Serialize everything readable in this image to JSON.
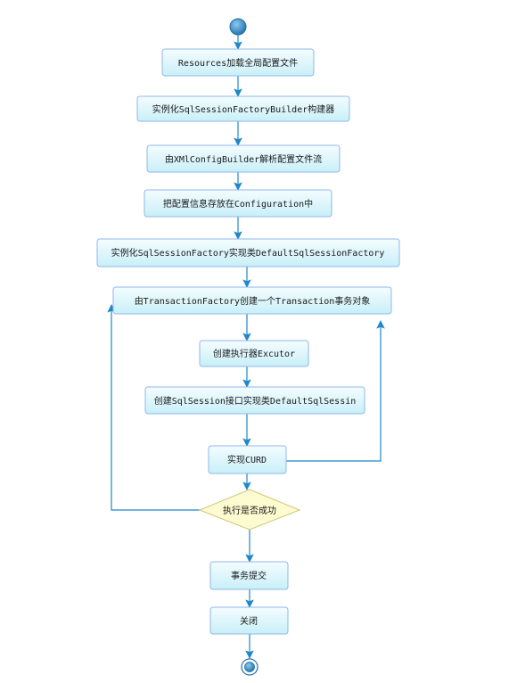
{
  "flowchart": {
    "steps": [
      {
        "id": "load-config",
        "label": "Resources加载全局配置文件"
      },
      {
        "id": "builder",
        "label": "实例化SqlSessionFactoryBuilder构建器"
      },
      {
        "id": "parse-config",
        "label": "由XMlConfigBuilder解析配置文件流"
      },
      {
        "id": "store-config",
        "label": "把配置信息存放在Configuration中"
      },
      {
        "id": "factory",
        "label": "实例化SqlSessionFactory实现类DefaultSqlSessionFactory"
      },
      {
        "id": "transaction",
        "label": "由TransactionFactory创建一个Transaction事务对象"
      },
      {
        "id": "executor",
        "label": "创建执行器Excutor"
      },
      {
        "id": "sqlsession",
        "label": "创建SqlSession接口实现类DefaultSqlSessin"
      },
      {
        "id": "curd",
        "label": "实现CURD"
      },
      {
        "id": "commit",
        "label": "事务提交"
      },
      {
        "id": "close",
        "label": "关闭"
      }
    ],
    "decision": {
      "id": "success-check",
      "label": "执行是否成功"
    },
    "colors": {
      "box_fill": "#dcf6fb",
      "box_stroke": "#8fb8ea",
      "decision_fill": "#fdfbd0",
      "decision_stroke": "#cfc77a",
      "arrow": "#1e88c8",
      "node_fill": "#3f8fc4"
    }
  }
}
